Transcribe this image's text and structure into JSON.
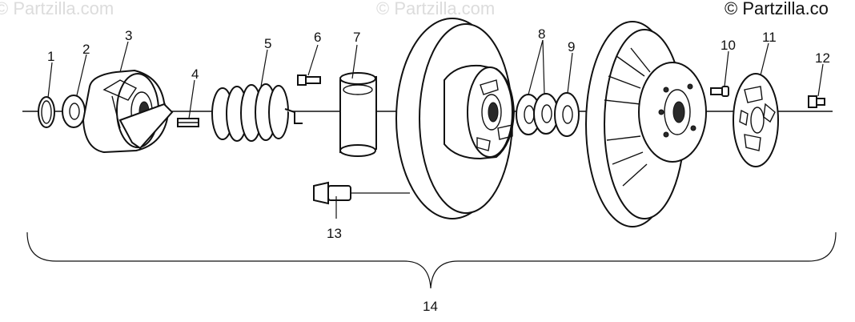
{
  "watermarks": [
    "© Partzilla.com",
    "© Partzilla.com"
  ],
  "copyright": "© Partzilla.co",
  "callouts": {
    "p1": "1",
    "p2": "2",
    "p3": "3",
    "p4": "4",
    "p5": "5",
    "p6": "6",
    "p7": "7",
    "p8": "8",
    "p9": "9",
    "p10": "10",
    "p11": "11",
    "p12": "12",
    "p13": "13",
    "p14": "14"
  },
  "colors": {
    "line": "#111111",
    "watermark": "#dcdcdc",
    "background": "#ffffff"
  }
}
